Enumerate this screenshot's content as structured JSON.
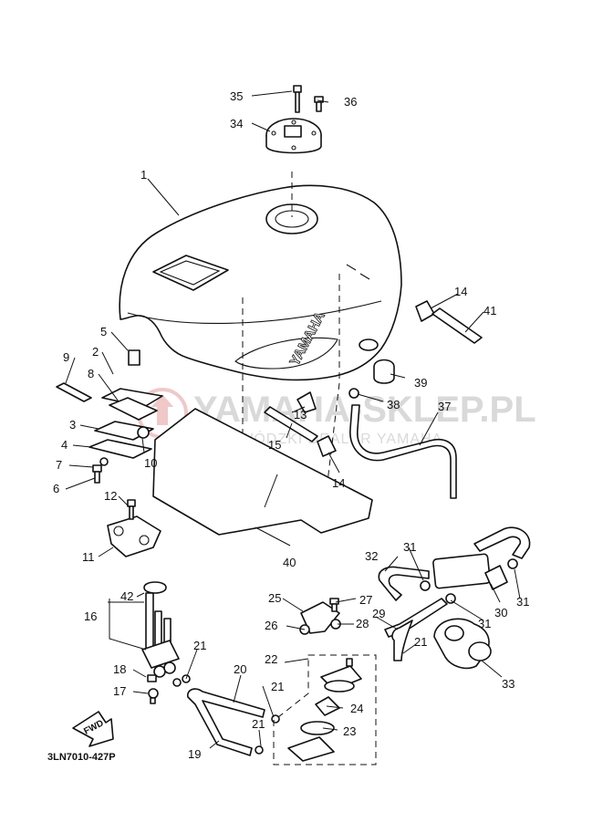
{
  "diagram": {
    "code": "3LN7010-427P",
    "fwd_label": "FWD",
    "tank_brand": "YAMAHA",
    "watermark": {
      "line1": "YAMAHA-SKLEP.PL",
      "line2": "WOJEWÓDZKI DEALER YAMAHA"
    },
    "labels": {
      "p1": "1",
      "p2": "2",
      "p3": "3",
      "p4": "4",
      "p5": "5",
      "p6": "6",
      "p7": "7",
      "p8": "8",
      "p9": "9",
      "p10": "10",
      "p11": "11",
      "p12": "12",
      "p13": "13",
      "p14a": "14",
      "p14b": "14",
      "p15": "15",
      "p16": "16",
      "p17": "17",
      "p18": "18",
      "p19": "19",
      "p20": "20",
      "p21a": "21",
      "p21b": "21",
      "p21c": "21",
      "p21d": "21",
      "p22": "22",
      "p23": "23",
      "p24": "24",
      "p25": "25",
      "p26": "26",
      "p27": "27",
      "p28": "28",
      "p29": "29",
      "p30": "30",
      "p31a": "31",
      "p31b": "31",
      "p31c": "31",
      "p32": "32",
      "p33": "33",
      "p34": "34",
      "p35": "35",
      "p36": "36",
      "p37": "37",
      "p38": "38",
      "p39": "39",
      "p40": "40",
      "p41": "41",
      "p42": "42"
    }
  }
}
